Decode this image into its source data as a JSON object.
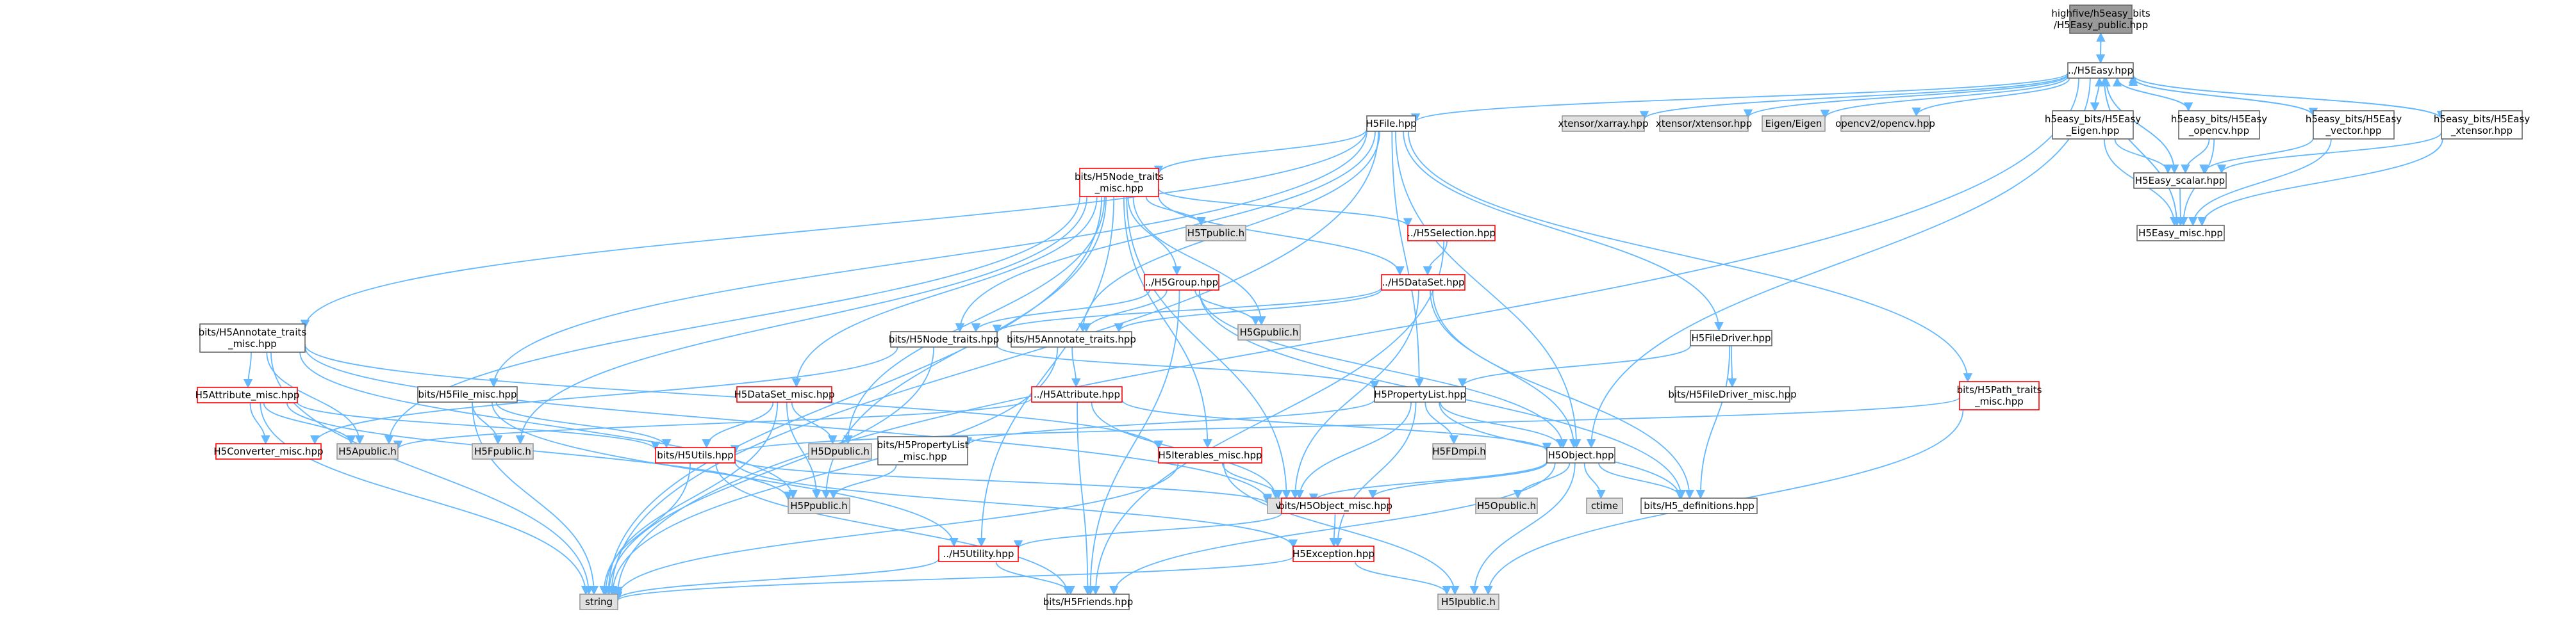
{
  "colors": {
    "edge": "#63b8ff",
    "root_fill": "#999999",
    "root_border": "#666666",
    "white_fill": "#ffffff",
    "gray_fill": "#e0e0e0",
    "gray_border": "#999999",
    "doc_border": "#666666",
    "red_border": "#ff0000",
    "text": "#000000"
  },
  "nodes": [
    {
      "id": "root",
      "lines": [
        "highfive/h5easy_bits",
        "/H5Easy_public.hpp"
      ],
      "style": "root"
    },
    {
      "id": "h5easy",
      "lines": [
        "../H5Easy.hpp"
      ],
      "style": "white"
    },
    {
      "id": "h5file",
      "lines": [
        "H5File.hpp"
      ],
      "style": "white"
    },
    {
      "id": "xtarray",
      "lines": [
        "xtensor/xarray.hpp"
      ],
      "style": "gray"
    },
    {
      "id": "xttensor",
      "lines": [
        "xtensor/xtensor.hpp"
      ],
      "style": "gray"
    },
    {
      "id": "eigen",
      "lines": [
        "Eigen/Eigen"
      ],
      "style": "gray"
    },
    {
      "id": "opencv",
      "lines": [
        "opencv2/opencv.hpp"
      ],
      "style": "gray"
    },
    {
      "id": "bits_eigen",
      "lines": [
        "h5easy_bits/H5Easy",
        "_Eigen.hpp"
      ],
      "style": "white"
    },
    {
      "id": "bits_opencv",
      "lines": [
        "h5easy_bits/H5Easy",
        "_opencv.hpp"
      ],
      "style": "white"
    },
    {
      "id": "bits_vector",
      "lines": [
        "h5easy_bits/H5Easy",
        "_vector.hpp"
      ],
      "style": "white"
    },
    {
      "id": "bits_xtensor",
      "lines": [
        "h5easy_bits/H5Easy",
        "_xtensor.hpp"
      ],
      "style": "white"
    },
    {
      "id": "scalar",
      "lines": [
        "H5Easy_scalar.hpp"
      ],
      "style": "white"
    },
    {
      "id": "misc",
      "lines": [
        "H5Easy_misc.hpp"
      ],
      "style": "white"
    },
    {
      "id": "node_traits_misc",
      "lines": [
        "bits/H5Node_traits",
        "_misc.hpp"
      ],
      "style": "red"
    },
    {
      "id": "tpublic",
      "lines": [
        "H5Tpublic.h"
      ],
      "style": "gray"
    },
    {
      "id": "selection",
      "lines": [
        "../H5Selection.hpp"
      ],
      "style": "red"
    },
    {
      "id": "group",
      "lines": [
        "../H5Group.hpp"
      ],
      "style": "red"
    },
    {
      "id": "dataset",
      "lines": [
        "../H5DataSet.hpp"
      ],
      "style": "red"
    },
    {
      "id": "gpublic",
      "lines": [
        "H5Gpublic.h"
      ],
      "style": "gray"
    },
    {
      "id": "node_traits",
      "lines": [
        "bits/H5Node_traits.hpp"
      ],
      "style": "white"
    },
    {
      "id": "annotate_traits",
      "lines": [
        "bits/H5Annotate_traits.hpp"
      ],
      "style": "white"
    },
    {
      "id": "annotate_traits_misc",
      "lines": [
        "bits/H5Annotate_traits",
        "_misc.hpp"
      ],
      "style": "white"
    },
    {
      "id": "attribute_misc",
      "lines": [
        "H5Attribute_misc.hpp"
      ],
      "style": "red"
    },
    {
      "id": "converter_misc",
      "lines": [
        "H5Converter_misc.hpp"
      ],
      "style": "red"
    },
    {
      "id": "apublic",
      "lines": [
        "H5Apublic.h"
      ],
      "style": "gray"
    },
    {
      "id": "file_misc",
      "lines": [
        "bits/H5File_misc.hpp"
      ],
      "style": "white"
    },
    {
      "id": "fpublic",
      "lines": [
        "H5Fpublic.h"
      ],
      "style": "gray"
    },
    {
      "id": "dataset_misc",
      "lines": [
        "H5DataSet_misc.hpp"
      ],
      "style": "red"
    },
    {
      "id": "utils",
      "lines": [
        "bits/H5Utils.hpp"
      ],
      "style": "red"
    },
    {
      "id": "dpublic",
      "lines": [
        "H5Dpublic.h"
      ],
      "style": "gray"
    },
    {
      "id": "attribute",
      "lines": [
        "../H5Attribute.hpp"
      ],
      "style": "red"
    },
    {
      "id": "plist_misc",
      "lines": [
        "bits/H5PropertyList",
        "_misc.hpp"
      ],
      "style": "white"
    },
    {
      "id": "iterables_misc",
      "lines": [
        "H5Iterables_misc.hpp"
      ],
      "style": "red"
    },
    {
      "id": "ppublic",
      "lines": [
        "H5Ppublic.h"
      ],
      "style": "gray"
    },
    {
      "id": "plist",
      "lines": [
        "H5PropertyList.hpp"
      ],
      "style": "white"
    },
    {
      "id": "fdmpi",
      "lines": [
        "H5FDmpi.h"
      ],
      "style": "gray"
    },
    {
      "id": "filedriver",
      "lines": [
        "H5FileDriver.hpp"
      ],
      "style": "white"
    },
    {
      "id": "filedriver_misc",
      "lines": [
        "bits/H5FileDriver_misc.hpp"
      ],
      "style": "white"
    },
    {
      "id": "path_traits_misc",
      "lines": [
        "bits/H5Path_traits",
        "_misc.hpp"
      ],
      "style": "red"
    },
    {
      "id": "object",
      "lines": [
        "H5Object.hpp"
      ],
      "style": "white"
    },
    {
      "id": "vector",
      "lines": [
        "vector"
      ],
      "style": "gray"
    },
    {
      "id": "opublic",
      "lines": [
        "H5Opublic.h"
      ],
      "style": "gray"
    },
    {
      "id": "ctime",
      "lines": [
        "ctime"
      ],
      "style": "gray"
    },
    {
      "id": "definitions",
      "lines": [
        "bits/H5_definitions.hpp"
      ],
      "style": "white"
    },
    {
      "id": "object_misc",
      "lines": [
        "bits/H5Object_misc.hpp"
      ],
      "style": "red"
    },
    {
      "id": "h5utility",
      "lines": [
        "../H5Utility.hpp"
      ],
      "style": "red"
    },
    {
      "id": "exception",
      "lines": [
        "H5Exception.hpp"
      ],
      "style": "red"
    },
    {
      "id": "string",
      "lines": [
        "string"
      ],
      "style": "gray"
    },
    {
      "id": "friends",
      "lines": [
        "bits/H5Friends.hpp"
      ],
      "style": "white"
    },
    {
      "id": "ipublic",
      "lines": [
        "H5Ipublic.h"
      ],
      "style": "gray"
    }
  ],
  "edges": [
    [
      "root",
      "h5easy"
    ],
    [
      "h5easy",
      "root"
    ],
    [
      "h5easy",
      "h5file"
    ],
    [
      "h5easy",
      "xtarray"
    ],
    [
      "h5easy",
      "xttensor"
    ],
    [
      "h5easy",
      "eigen"
    ],
    [
      "h5easy",
      "opencv"
    ],
    [
      "h5easy",
      "bits_eigen"
    ],
    [
      "h5easy",
      "bits_opencv"
    ],
    [
      "h5easy",
      "bits_vector"
    ],
    [
      "h5easy",
      "bits_xtensor"
    ],
    [
      "h5easy",
      "scalar"
    ],
    [
      "h5easy",
      "misc"
    ],
    [
      "h5easy",
      "string"
    ],
    [
      "h5easy",
      "object"
    ],
    [
      "bits_eigen",
      "h5easy"
    ],
    [
      "bits_opencv",
      "h5easy"
    ],
    [
      "bits_vector",
      "h5easy"
    ],
    [
      "bits_xtensor",
      "h5easy"
    ],
    [
      "scalar",
      "h5easy"
    ],
    [
      "misc",
      "h5easy"
    ],
    [
      "bits_eigen",
      "scalar"
    ],
    [
      "bits_eigen",
      "misc"
    ],
    [
      "bits_opencv",
      "scalar"
    ],
    [
      "bits_opencv",
      "misc"
    ],
    [
      "bits_vector",
      "scalar"
    ],
    [
      "bits_vector",
      "misc"
    ],
    [
      "bits_xtensor",
      "scalar"
    ],
    [
      "bits_xtensor",
      "misc"
    ],
    [
      "scalar",
      "misc"
    ],
    [
      "h5file",
      "node_traits_misc"
    ],
    [
      "h5file",
      "annotate_traits_misc"
    ],
    [
      "h5file",
      "file_misc"
    ],
    [
      "h5file",
      "filedriver"
    ],
    [
      "h5file",
      "path_traits_misc"
    ],
    [
      "h5file",
      "string"
    ],
    [
      "h5file",
      "object"
    ],
    [
      "h5file",
      "plist"
    ],
    [
      "h5file",
      "node_traits"
    ],
    [
      "h5file",
      "annotate_traits"
    ],
    [
      "node_traits_misc",
      "tpublic"
    ],
    [
      "node_traits_misc",
      "selection"
    ],
    [
      "node_traits_misc",
      "group"
    ],
    [
      "node_traits_misc",
      "dataset"
    ],
    [
      "node_traits_misc",
      "gpublic"
    ],
    [
      "node_traits_misc",
      "dataset_misc"
    ],
    [
      "node_traits_misc",
      "iterables_misc"
    ],
    [
      "node_traits_misc",
      "apublic"
    ],
    [
      "node_traits_misc",
      "fpublic"
    ],
    [
      "node_traits_misc",
      "dpublic"
    ],
    [
      "node_traits_misc",
      "ppublic"
    ],
    [
      "node_traits_misc",
      "vector"
    ],
    [
      "node_traits_misc",
      "string"
    ],
    [
      "node_traits_misc",
      "h5utility"
    ],
    [
      "selection",
      "dataset"
    ],
    [
      "selection",
      "friends"
    ],
    [
      "group",
      "node_traits"
    ],
    [
      "group",
      "annotate_traits"
    ],
    [
      "group",
      "gpublic"
    ],
    [
      "group",
      "object"
    ],
    [
      "group",
      "friends"
    ],
    [
      "group",
      "definitions"
    ],
    [
      "dataset",
      "node_traits"
    ],
    [
      "dataset",
      "annotate_traits"
    ],
    [
      "dataset",
      "object"
    ],
    [
      "dataset",
      "vector"
    ],
    [
      "dataset",
      "definitions"
    ],
    [
      "node_traits",
      "plist"
    ],
    [
      "node_traits",
      "string"
    ],
    [
      "node_traits",
      "converter_misc"
    ],
    [
      "annotate_traits",
      "attribute"
    ],
    [
      "annotate_traits",
      "string"
    ],
    [
      "annotate_traits_misc",
      "attribute_misc"
    ],
    [
      "annotate_traits_misc",
      "apublic"
    ],
    [
      "annotate_traits_misc",
      "ppublic"
    ],
    [
      "annotate_traits_misc",
      "string"
    ],
    [
      "annotate_traits_misc",
      "vector"
    ],
    [
      "annotate_traits_misc",
      "iterables_misc"
    ],
    [
      "attribute_misc",
      "apublic"
    ],
    [
      "attribute_misc",
      "converter_misc"
    ],
    [
      "attribute_misc",
      "utils"
    ],
    [
      "attribute_misc",
      "ppublic"
    ],
    [
      "attribute_misc",
      "string"
    ],
    [
      "file_misc",
      "fpublic"
    ],
    [
      "file_misc",
      "utils"
    ],
    [
      "file_misc",
      "string"
    ],
    [
      "file_misc",
      "h5utility"
    ],
    [
      "dataset_misc",
      "dpublic"
    ],
    [
      "dataset_misc",
      "utils"
    ],
    [
      "dataset_misc",
      "string"
    ],
    [
      "dataset_misc",
      "ppublic"
    ],
    [
      "utils",
      "vector"
    ],
    [
      "utils",
      "string"
    ],
    [
      "utils",
      "friends"
    ],
    [
      "utils",
      "exception"
    ],
    [
      "attribute",
      "object"
    ],
    [
      "attribute",
      "friends"
    ],
    [
      "attribute",
      "apublic"
    ],
    [
      "attribute",
      "vector"
    ],
    [
      "plist_misc",
      "ppublic"
    ],
    [
      "iterables_misc",
      "vector"
    ],
    [
      "iterables_misc",
      "string"
    ],
    [
      "iterables_misc",
      "ipublic"
    ],
    [
      "plist",
      "object"
    ],
    [
      "plist",
      "fdmpi"
    ],
    [
      "plist",
      "plist_misc"
    ],
    [
      "plist",
      "vector"
    ],
    [
      "plist",
      "exception"
    ],
    [
      "plist",
      "definitions"
    ],
    [
      "filedriver",
      "plist"
    ],
    [
      "filedriver",
      "filedriver_misc"
    ],
    [
      "filedriver",
      "definitions"
    ],
    [
      "path_traits_misc",
      "utils"
    ],
    [
      "path_traits_misc",
      "ipublic"
    ],
    [
      "object",
      "vector"
    ],
    [
      "object",
      "opublic"
    ],
    [
      "object",
      "ctime"
    ],
    [
      "object",
      "definitions"
    ],
    [
      "object",
      "object_misc"
    ],
    [
      "object",
      "friends"
    ],
    [
      "object",
      "ipublic"
    ],
    [
      "object_misc",
      "exception"
    ],
    [
      "object_misc",
      "h5utility"
    ],
    [
      "h5utility",
      "string"
    ],
    [
      "h5utility",
      "friends"
    ],
    [
      "exception",
      "string"
    ],
    [
      "exception",
      "ipublic"
    ]
  ]
}
